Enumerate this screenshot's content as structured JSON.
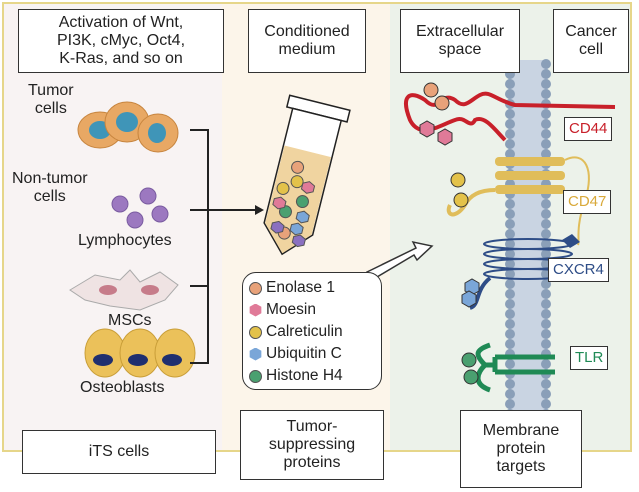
{
  "header_boxes": {
    "activation": "Activation of Wnt,\nPI3K, cMyc, Oct4,\nK-Ras, and so on",
    "conditioned": "Conditioned\nmedium",
    "extracellular": "Extracellular\nspace",
    "cancer": "Cancer\ncell"
  },
  "cells": {
    "tumor_label": "Tumor\ncells",
    "nontumor_label": "Non-tumor\ncells",
    "lymphocytes": "Lymphocytes",
    "mscs": "MSCs",
    "osteoblasts": "Osteoblasts"
  },
  "legend": {
    "items": [
      {
        "label": "Enolase 1",
        "shape": "circle",
        "color": "#e8a27a"
      },
      {
        "label": "Moesin",
        "shape": "hexagon",
        "color": "#e07a98"
      },
      {
        "label": "Calreticulin",
        "shape": "circle",
        "color": "#e3c24a"
      },
      {
        "label": "Ubiquitin C",
        "shape": "hexagon",
        "color": "#7aa6d8"
      },
      {
        "label": "Histone H4",
        "shape": "circle",
        "color": "#4aa070"
      }
    ]
  },
  "targets": [
    {
      "label": "CD44",
      "color": "#c8202a"
    },
    {
      "label": "CD47",
      "color": "#d9a93a"
    },
    {
      "label": "CXCR4",
      "color": "#2e4d87"
    },
    {
      "label": "TLR",
      "color": "#1f8a55"
    }
  ],
  "footer_boxes": {
    "its": "iTS cells",
    "tumor_suppressing": "Tumor-\nsuppressing\nproteins",
    "membrane": "Membrane\nprotein\ntargets"
  }
}
